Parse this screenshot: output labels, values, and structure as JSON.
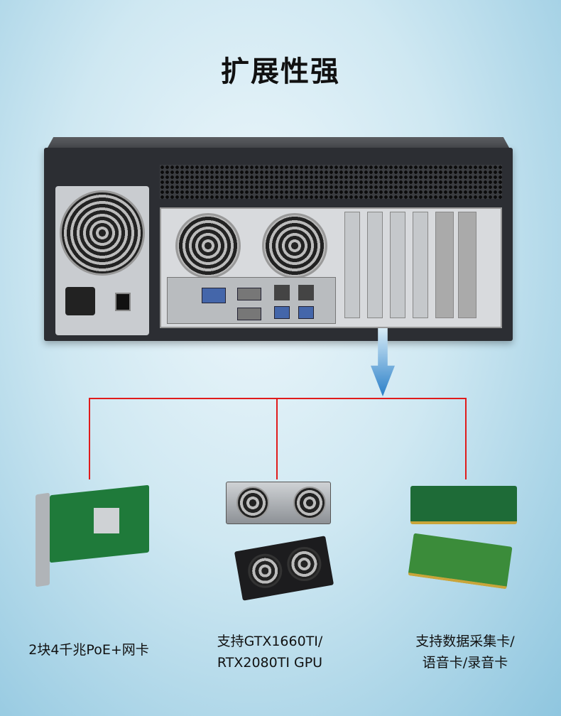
{
  "title": "扩展性强",
  "items": [
    {
      "label_lines": [
        "2块4千兆PoE+网卡"
      ],
      "image": "poe-network-card"
    },
    {
      "label_lines": [
        "支持GTX1660TI/",
        "RTX2080TI GPU"
      ],
      "image": "graphics-cards"
    },
    {
      "label_lines": [
        "支持数据采集卡/",
        "语音卡/录音卡"
      ],
      "image": "data-acquisition-cards"
    }
  ],
  "colors": {
    "connector": "#e01b1b",
    "arrow": "#2a7fc8"
  }
}
